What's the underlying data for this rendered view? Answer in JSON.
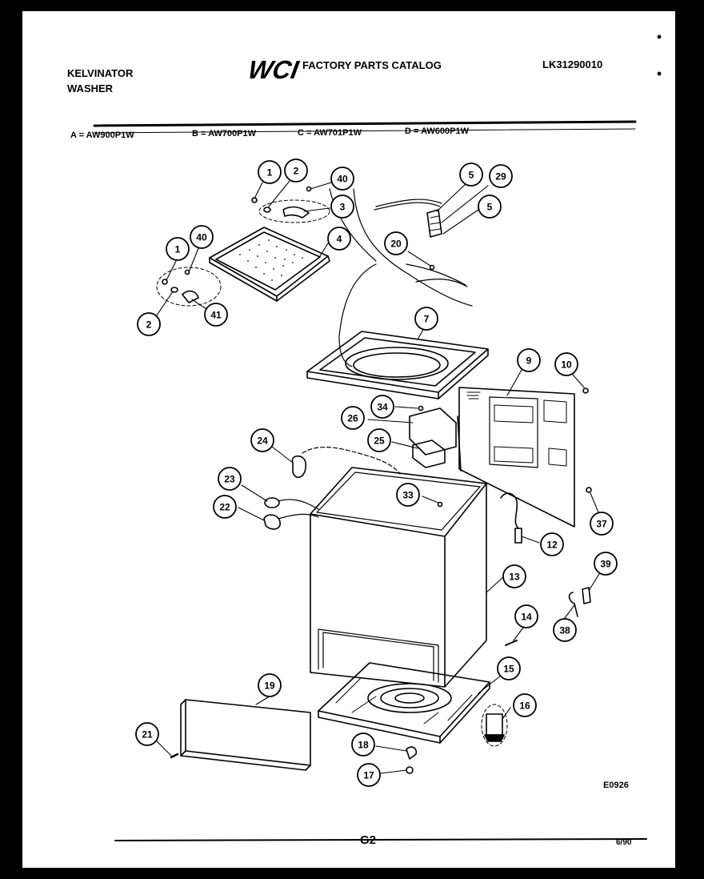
{
  "header": {
    "brand_line1": "KELVINATOR",
    "brand_line2": "WASHER",
    "logo_text": "WCI",
    "catalog_title": "FACTORY PARTS CATALOG",
    "catalog_code": "LK31290010"
  },
  "models": [
    {
      "label": "A = AW900P1W"
    },
    {
      "label": "B = AW700P1W"
    },
    {
      "label": "C = AW701P1W"
    },
    {
      "label": "D = AW600P1W"
    }
  ],
  "callouts": {
    "c1a": "1",
    "c2a": "2",
    "c40a": "40",
    "c3": "3",
    "c4": "4",
    "c1b": "1",
    "c40b": "40",
    "c2b": "2",
    "c41": "41",
    "c5a": "5",
    "c29": "29",
    "c5b": "5",
    "c20": "20",
    "c7": "7",
    "c9": "9",
    "c10": "10",
    "c34": "34",
    "c26": "26",
    "c25": "25",
    "c24": "24",
    "c23": "23",
    "c22": "22",
    "c33": "33",
    "c37": "37",
    "c12": "12",
    "c39": "39",
    "c13": "13",
    "c38": "38",
    "c14": "14",
    "c15": "15",
    "c16": "16",
    "c19": "19",
    "c21": "21",
    "c18": "18",
    "c17": "17"
  },
  "footer": {
    "figure_code": "E0926",
    "page_code": "G2",
    "date_code": "6/90"
  }
}
